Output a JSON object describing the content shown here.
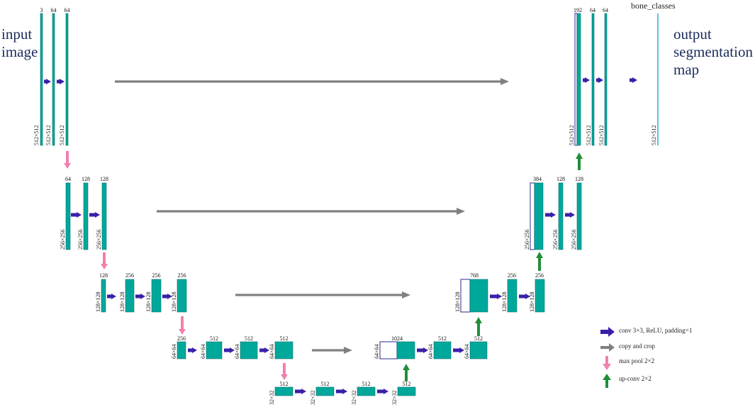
{
  "labels": {
    "input_lines": [
      "input",
      "image"
    ],
    "output_lines": [
      "output",
      "segmentation",
      "map"
    ],
    "output_channels": "bone_classes"
  },
  "colors": {
    "feature_map": "#00a89c",
    "feature_border": "#0a6e68",
    "copied_border": "#2a2a8c",
    "conv_arrow": "#3b1fa8",
    "copy_arrow": "#808080",
    "pool_arrow": "#f27fae",
    "upconv_arrow": "#1f8f3a",
    "output_map": "#5bc8d6"
  },
  "legend": [
    {
      "kind": "conv",
      "icon": "conv-arrow-icon",
      "text": "conv 3×3, ReLU, padding=1"
    },
    {
      "kind": "copy",
      "icon": "copy-arrow-icon",
      "text": "copy and crop"
    },
    {
      "kind": "pool",
      "icon": "pool-arrow-icon",
      "text": "max pool 2×2"
    },
    {
      "kind": "up",
      "icon": "upconv-arrow-icon",
      "text": "up-conv 2×2"
    }
  ],
  "encoder": [
    {
      "level": 1,
      "channels": [
        "3",
        "64",
        "64"
      ],
      "sizes": [
        "512×512",
        "512×512",
        "512×512"
      ]
    },
    {
      "level": 2,
      "channels": [
        "64",
        "128",
        "128"
      ],
      "sizes": [
        "256×256",
        "256×256",
        "256×256"
      ]
    },
    {
      "level": 3,
      "channels": [
        "128",
        "256",
        "256",
        "256"
      ],
      "sizes": [
        "128×128",
        "128×128",
        "128×128",
        "128×128"
      ]
    },
    {
      "level": 4,
      "channels": [
        "256",
        "512",
        "512",
        "512"
      ],
      "sizes": [
        "64×64",
        "64×64",
        "64×64",
        "64×64"
      ]
    }
  ],
  "bottleneck": {
    "channels": [
      "512",
      "512",
      "512",
      "512"
    ],
    "sizes": [
      "32×32",
      "32×32",
      "32×32",
      "32×32"
    ]
  },
  "decoder": [
    {
      "level": 4,
      "channels": [
        "1024",
        "512",
        "512"
      ],
      "sizes": [
        "64×64",
        "64×64",
        "64×64"
      ]
    },
    {
      "level": 3,
      "channels": [
        "768",
        "256",
        "256"
      ],
      "sizes": [
        "128×128",
        "128×128",
        "128×128"
      ]
    },
    {
      "level": 2,
      "channels": [
        "384",
        "128",
        "128"
      ],
      "sizes": [
        "256×256",
        "256×256",
        "256×256"
      ]
    },
    {
      "level": 1,
      "channels": [
        "192",
        "64",
        "64"
      ],
      "sizes": [
        "512×512",
        "512×512",
        "512×512"
      ]
    }
  ],
  "output": {
    "size": "512×512"
  }
}
